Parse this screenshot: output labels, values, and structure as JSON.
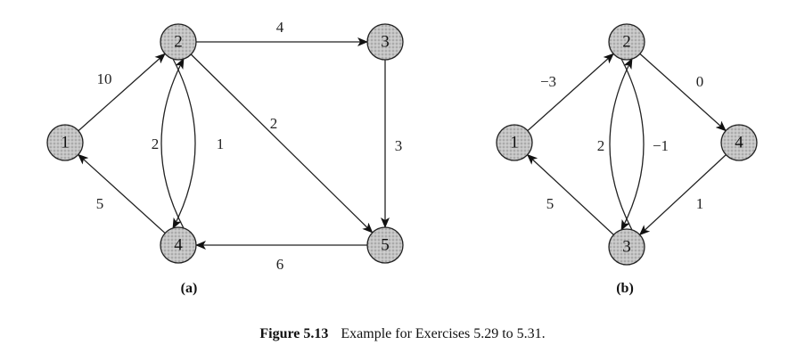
{
  "graphs": [
    {
      "label": "(a)",
      "nodes": [
        {
          "id": "1",
          "label": "1"
        },
        {
          "id": "2",
          "label": "2"
        },
        {
          "id": "3",
          "label": "3"
        },
        {
          "id": "4",
          "label": "4"
        },
        {
          "id": "5",
          "label": "5"
        }
      ],
      "edges": [
        {
          "from": "1",
          "to": "2",
          "weight": "10"
        },
        {
          "from": "2",
          "to": "3",
          "weight": "4"
        },
        {
          "from": "2",
          "to": "5",
          "weight": "2"
        },
        {
          "from": "3",
          "to": "5",
          "weight": "3"
        },
        {
          "from": "4",
          "to": "2",
          "weight": "2"
        },
        {
          "from": "2",
          "to": "4",
          "weight": "1"
        },
        {
          "from": "4",
          "to": "1",
          "weight": "5"
        },
        {
          "from": "5",
          "to": "4",
          "weight": "6"
        }
      ]
    },
    {
      "label": "(b)",
      "nodes": [
        {
          "id": "1",
          "label": "1"
        },
        {
          "id": "2",
          "label": "2"
        },
        {
          "id": "3",
          "label": "3"
        },
        {
          "id": "4",
          "label": "4"
        }
      ],
      "edges": [
        {
          "from": "1",
          "to": "2",
          "weight": "−3"
        },
        {
          "from": "2",
          "to": "4",
          "weight": "0"
        },
        {
          "from": "3",
          "to": "2",
          "weight": "2"
        },
        {
          "from": "2",
          "to": "3",
          "weight": "−1"
        },
        {
          "from": "3",
          "to": "1",
          "weight": "5"
        },
        {
          "from": "4",
          "to": "3",
          "weight": "1"
        }
      ]
    }
  ],
  "caption": {
    "number": "Figure 5.13",
    "text": "Example for Exercises 5.29 to 5.31."
  },
  "colors": {
    "node_fill": "#b8b8b8",
    "stroke": "#222222"
  }
}
